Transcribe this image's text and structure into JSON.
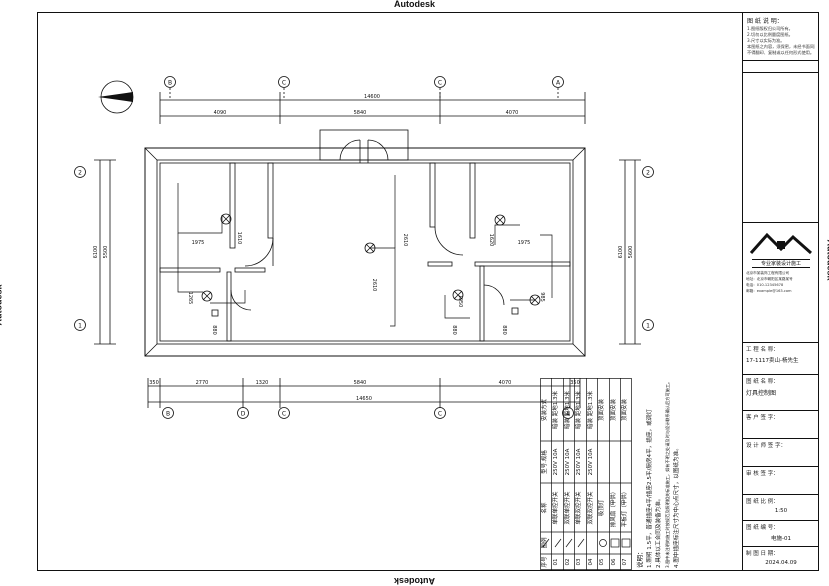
{
  "watermark": "Autodesk",
  "dimensions": {
    "top_total": "14600",
    "top_segs": [
      "4090",
      "5840",
      "4070"
    ],
    "bottom_total": "14650",
    "bottom_segs": [
      "2770",
      "1320",
      "5840",
      "4070"
    ],
    "bottom_small_left": "350",
    "bottom_small_right": "350",
    "left_total": "6100",
    "left_inner": "5500",
    "right_total": "6100",
    "right_inner": "5600"
  },
  "axes": {
    "top": [
      "B",
      "C",
      "C",
      "A"
    ],
    "bottom": [
      "B",
      "D",
      "C",
      "C",
      "A"
    ],
    "left": [
      "2",
      "1"
    ],
    "right": [
      "2",
      "1"
    ]
  },
  "plan_labels": {
    "left_room_mark": "1975",
    "left_room_h": "1610",
    "left_small_1": "1265",
    "left_small_2": "880",
    "center_1": "2610",
    "center_2": "2610",
    "right_small_1": "1050",
    "right_small_2": "880",
    "right_room_mark": "1975",
    "right_room_h": "1620",
    "right_small_3": "985",
    "right_small_4": "880"
  },
  "legend": {
    "headers": [
      "序号",
      "图例",
      "名称",
      "型号.规格",
      "安装方式"
    ],
    "rows": [
      {
        "no": "01",
        "name": "单联单控开关",
        "spec": "250V 10A",
        "mount": "暗装 距地1.3米"
      },
      {
        "no": "02",
        "name": "双联单控开关",
        "spec": "250V 10A",
        "mount": "暗装 距地1.3米"
      },
      {
        "no": "03",
        "name": "单联双控开关",
        "spec": "250V 10A",
        "mount": "暗装 距地1.3米"
      },
      {
        "no": "04",
        "name": "双联双控开关",
        "spec": "250V 10A",
        "mount": "暗装 距地1.3米"
      },
      {
        "no": "05",
        "name": "吸顶灯",
        "spec": "",
        "mount": "顶面安装"
      },
      {
        "no": "06",
        "name": "排风扇（甲供）",
        "spec": "",
        "mount": "顶面安装"
      },
      {
        "no": "07",
        "name": "平板灯（甲供）",
        "spec": "",
        "mount": "顶面安装"
      }
    ]
  },
  "notes": {
    "title": "说明：",
    "lines": [
      "1.照明 1.5平，普通插座4平/插座2.5平/厨房4平，插座，或调灯",
      "2.具体以工合同及装备为准。",
      "3.图中未注明的施工时按规范及照明相关标准施工，如有不明之处请及时与设计联系确认后方可施工。",
      "4.图中插座标注尺寸为中心点尺寸，以图纸为准。"
    ]
  },
  "title_block": {
    "notes_title": "图 纸 说 明：",
    "notes": [
      "1.图纸版权归公司所有。",
      "2.切勿以比例量度图纸。",
      "3.尺寸以实际为准。",
      "本图纸之内容，须保密，未经书面同意，",
      "不得翻印、复制或以任何形式使用。"
    ],
    "company_name": "专业家装设计施工",
    "company_lines": [
      "北京市某装饰工程有限公司",
      "地址：北京市朝阳区某路某号",
      "电话：010-12345678",
      "邮箱：example@163.com"
    ],
    "project_label": "工 程 名 称：",
    "project_value": "17-1117卖山-杨先生",
    "drawing_label": "图 纸 名 称：",
    "drawing_value": "灯具控制图",
    "client_label": "客 户 签 字：",
    "designer_label": "设 计 师 签 字：",
    "reviewer_label": "审 核 签 字：",
    "scale_label": "图 纸 比 例：",
    "scale_value": "1:50",
    "number_label": "图 纸 编 号：",
    "number_value": "电施-01",
    "date_label": "制 图 日 期：",
    "date_value": "2024.04.09"
  },
  "colors": {
    "line": "#111111",
    "thin": "#333333"
  }
}
